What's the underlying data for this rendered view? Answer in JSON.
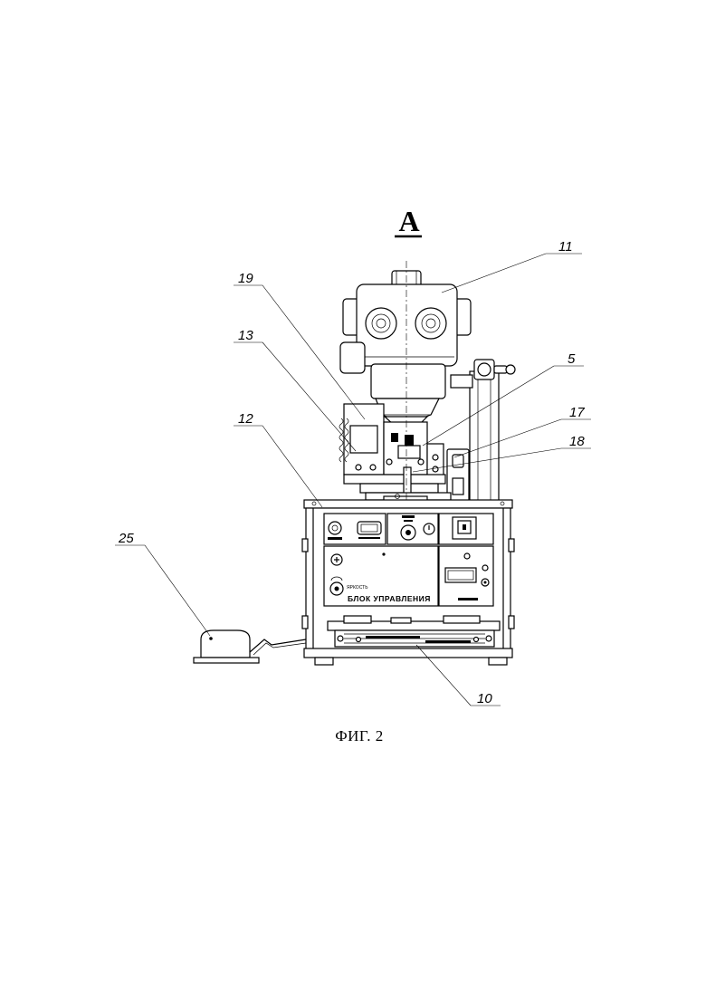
{
  "view_label": "А",
  "callouts": {
    "c11": "11",
    "c19": "19",
    "c13": "13",
    "c5": "5",
    "c17": "17",
    "c12": "12",
    "c18": "18",
    "c25": "25",
    "c10": "10"
  },
  "panel": {
    "title": "БЛОК УПРАВЛЕНИЯ",
    "brightness_label": "ЯРКОСТЬ"
  },
  "caption": "ФИГ. 2"
}
